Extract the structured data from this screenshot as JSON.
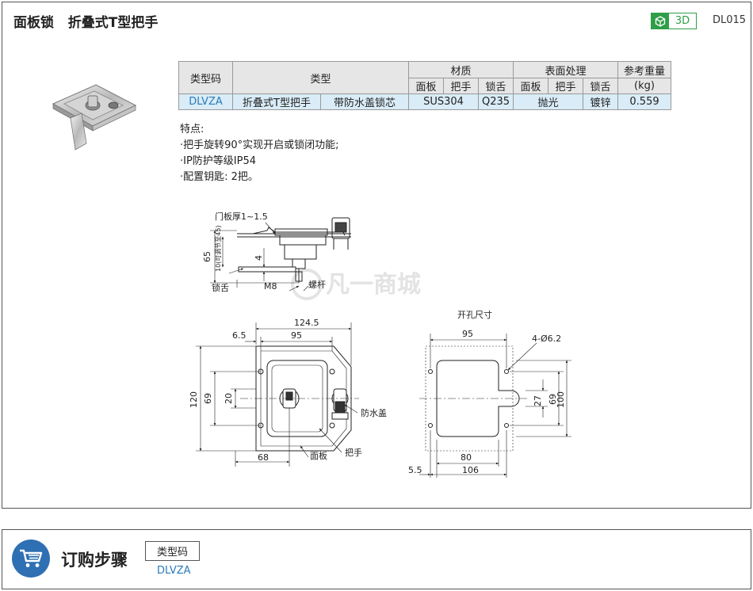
{
  "header": {
    "title": "面板锁   折叠式T型把手",
    "badge_3d": "3D",
    "code": "DL015"
  },
  "spec_table": {
    "col_model_code": "类型码",
    "col_type": "类型",
    "col_material": "材质",
    "col_surface": "表面处理",
    "col_weight": "参考重量",
    "col_weight_unit": "(kg)",
    "sub_panel": "面板",
    "sub_handle": "把手",
    "sub_tongue": "锁舌",
    "row": {
      "model": "DLVZA",
      "type_a": "折叠式T型把手",
      "type_b": "带防水盖锁芯",
      "material_panel_handle": "SUS304",
      "material_tongue": "Q235",
      "surface_panel_handle": "抛光",
      "surface_tongue": "镀锌",
      "weight": "0.559"
    }
  },
  "features": {
    "heading": "特点:",
    "items": [
      "·把手旋转90°实现开启或锁闭功能;",
      "·IP防护等级IP54",
      "·配置钥匙: 2把。"
    ]
  },
  "drawing": {
    "side": {
      "door_thickness": "门板厚1~1.5",
      "dim_65": "65",
      "vertical_note": "10(可调节至45)",
      "dim_4": "4",
      "m8": "M8",
      "tongue": "锁舌",
      "screw": "螺杆"
    },
    "watermark": "凡一商城",
    "front": {
      "w_124_5": "124.5",
      "w_6_5": "6.5",
      "w_95": "95",
      "h_120": "120",
      "h_69": "69",
      "h_20": "20",
      "w_68": "68",
      "waterproof_cap": "防水盖",
      "handle": "把手",
      "panel": "面板"
    },
    "cutout": {
      "title": "开孔尺寸",
      "w_95": "95",
      "holes": "4-Ø6.2",
      "h_27": "27",
      "h_69": "69",
      "h_100": "100",
      "w_80": "80",
      "w_106": "106",
      "w_5_5": "5.5"
    }
  },
  "order": {
    "title": "订购步骤",
    "button_label": "类型码",
    "model_code": "DLVZA"
  },
  "colors": {
    "accent_green": "#2e9e47",
    "accent_blue": "#2f6fb3",
    "link_blue": "#2a7ab8",
    "table_row": "#d9ecf7"
  }
}
